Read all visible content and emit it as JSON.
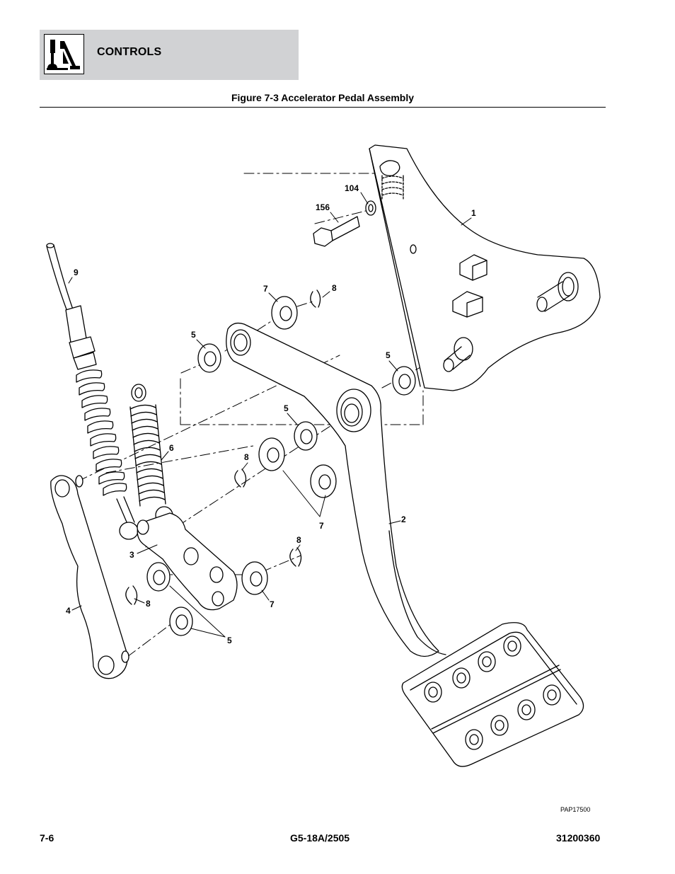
{
  "header": {
    "section_title": "CONTROLS",
    "logo_icon": "joystick-control-icon",
    "band_color": "#d1d2d4"
  },
  "figure": {
    "title": "Figure 7-3 Accelerator Pedal Assembly",
    "code": "PAP17500",
    "callouts": [
      "104",
      "156",
      "1",
      "9",
      "7",
      "8",
      "5",
      "5",
      "5",
      "6",
      "8",
      "7",
      "2",
      "3",
      "8",
      "8",
      "7",
      "4",
      "5"
    ]
  },
  "footer": {
    "page_number": "7-6",
    "model": "G5-18A/2505",
    "document_number": "31200360"
  }
}
